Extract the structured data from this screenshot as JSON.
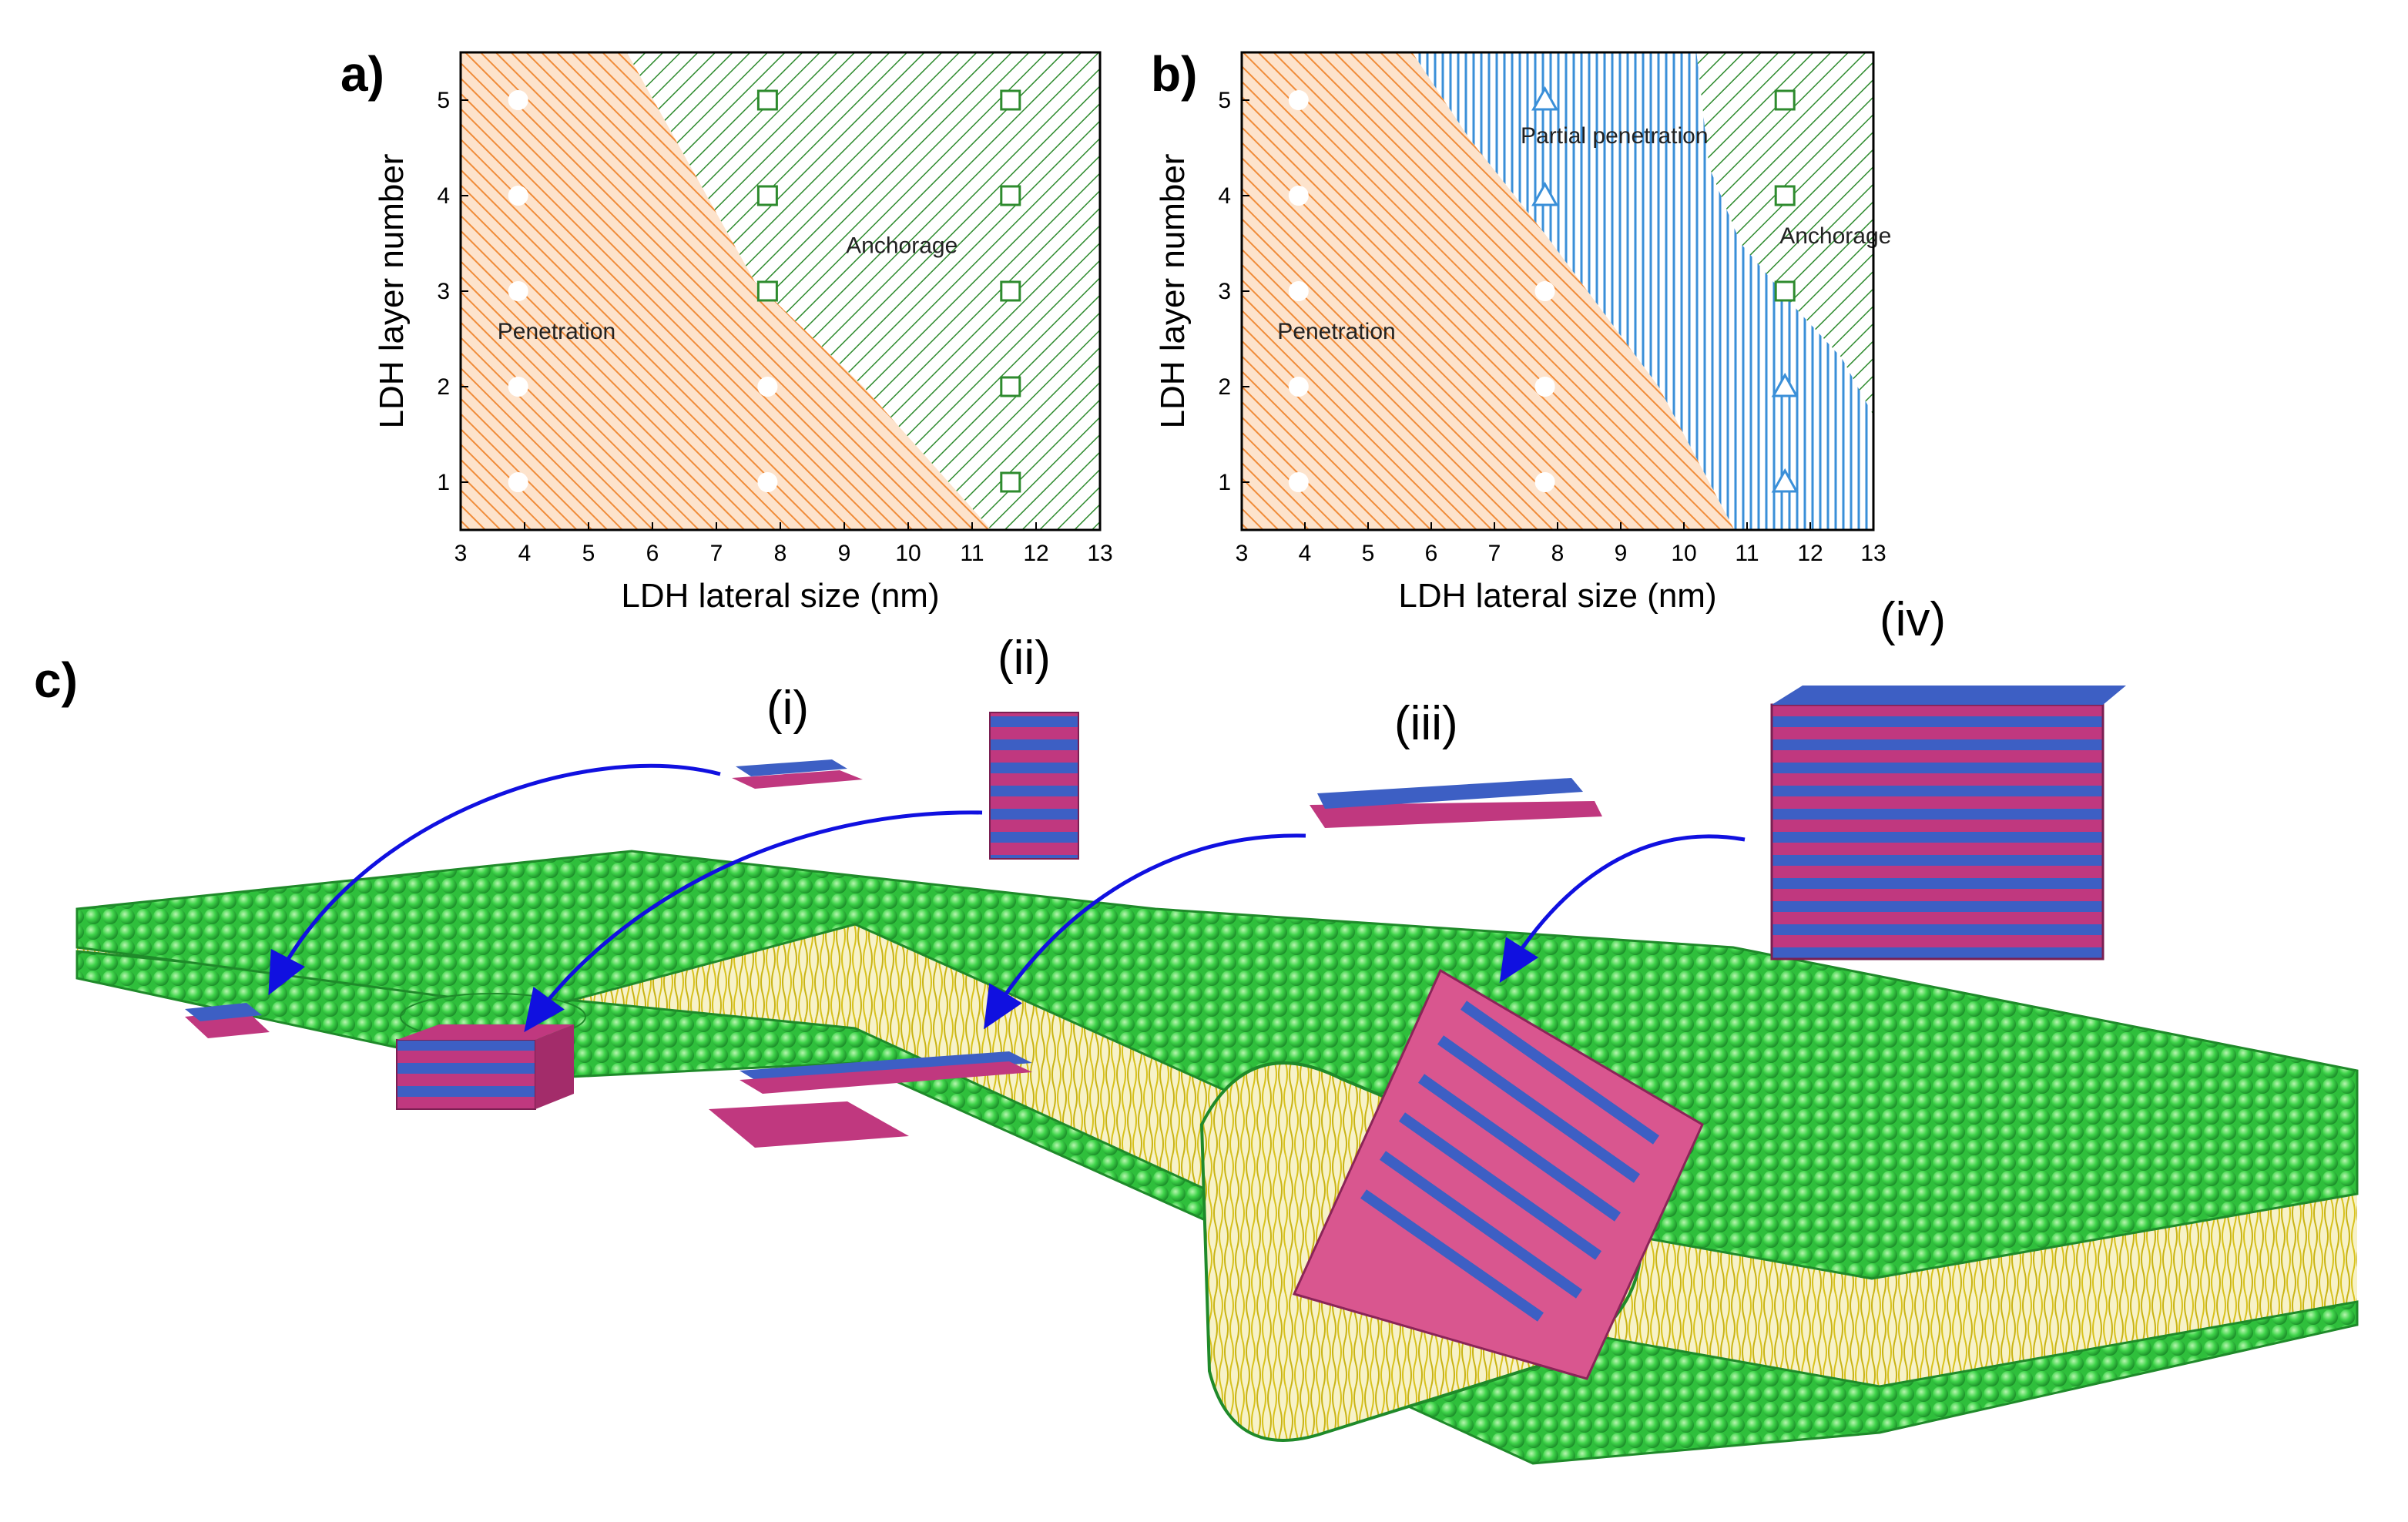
{
  "panels": {
    "a": {
      "label": "a)"
    },
    "b": {
      "label": "b)"
    },
    "c": {
      "label": "c)"
    }
  },
  "colors": {
    "penetration": "#f08c3a",
    "partial_penetration": "#3a8fd8",
    "anchorage": "#2e8b2e",
    "arrow": "#1010e0",
    "lipid_head": "#3fd44a",
    "lipid_tail": "#e3d22a",
    "ldh_blue": "#3d5fc4",
    "ldh_magenta": "#c0387f"
  },
  "chart_data": [
    {
      "type": "scatter",
      "title": "",
      "xlabel": "LDH lateral size (nm)",
      "ylabel": "LDH layer number",
      "xlim": [
        3,
        13
      ],
      "ylim": [
        0.5,
        5.5
      ],
      "xticks": [
        3,
        4,
        5,
        6,
        7,
        8,
        9,
        10,
        11,
        12,
        13
      ],
      "yticks": [
        1,
        2,
        3,
        4,
        5
      ],
      "regions": [
        {
          "name": "Penetration",
          "label_at": [
            4.5,
            2.5
          ]
        },
        {
          "name": "Anchorage",
          "label_at": [
            9.9,
            3.4
          ]
        }
      ],
      "boundaries": [
        {
          "between": [
            "Penetration",
            "Anchorage"
          ],
          "points": [
            [
              5.6,
              5.5
            ],
            [
              6.6,
              4.3
            ],
            [
              7.6,
              3.1
            ],
            [
              9.3,
              2.0
            ],
            [
              11.3,
              0.5
            ]
          ]
        }
      ],
      "series": [
        {
          "name": "Penetration",
          "marker": "circle",
          "points": [
            [
              3.9,
              5
            ],
            [
              3.9,
              4
            ],
            [
              3.9,
              3
            ],
            [
              3.9,
              2
            ],
            [
              3.9,
              1
            ],
            [
              7.8,
              2
            ],
            [
              7.8,
              1
            ]
          ]
        },
        {
          "name": "Anchorage",
          "marker": "square",
          "points": [
            [
              7.8,
              5
            ],
            [
              7.8,
              4
            ],
            [
              7.8,
              3
            ],
            [
              11.6,
              5
            ],
            [
              11.6,
              4
            ],
            [
              11.6,
              3
            ],
            [
              11.6,
              2
            ],
            [
              11.6,
              1
            ]
          ]
        }
      ]
    },
    {
      "type": "scatter",
      "title": "",
      "xlabel": "LDH lateral size (nm)",
      "ylabel": "LDH layer number",
      "xlim": [
        3,
        13
      ],
      "ylim": [
        0.5,
        5.5
      ],
      "xticks": [
        3,
        4,
        5,
        6,
        7,
        8,
        9,
        10,
        11,
        12,
        13
      ],
      "yticks": [
        1,
        2,
        3,
        4,
        5
      ],
      "regions": [
        {
          "name": "Penetration",
          "label_at": [
            4.5,
            2.5
          ]
        },
        {
          "name": "Partial penetration",
          "label_at": [
            8.9,
            4.55
          ]
        },
        {
          "name": "Anchorage",
          "label_at": [
            12.4,
            3.5
          ]
        }
      ],
      "boundaries": [
        {
          "between": [
            "Penetration",
            "Partial penetration"
          ],
          "points": [
            [
              5.7,
              5.5
            ],
            [
              6.6,
              4.6
            ],
            [
              7.8,
              3.6
            ],
            [
              9.6,
              2.0
            ],
            [
              10.8,
              0.5
            ]
          ]
        },
        {
          "between": [
            "Partial penetration",
            "Anchorage"
          ],
          "points": [
            [
              10.2,
              5.5
            ],
            [
              10.4,
              4.3
            ],
            [
              10.9,
              3.5
            ],
            [
              11.8,
              2.8
            ],
            [
              12.5,
              2.3
            ],
            [
              13.0,
              1.7
            ]
          ]
        }
      ],
      "series": [
        {
          "name": "Penetration",
          "marker": "circle",
          "points": [
            [
              3.9,
              5
            ],
            [
              3.9,
              4
            ],
            [
              3.9,
              3
            ],
            [
              3.9,
              2
            ],
            [
              3.9,
              1
            ],
            [
              7.8,
              3
            ],
            [
              7.8,
              2
            ],
            [
              7.8,
              1
            ]
          ]
        },
        {
          "name": "Partial penetration",
          "marker": "triangle",
          "points": [
            [
              7.8,
              5
            ],
            [
              7.8,
              4
            ],
            [
              11.6,
              2
            ],
            [
              11.6,
              1
            ]
          ]
        },
        {
          "name": "Anchorage",
          "marker": "square",
          "points": [
            [
              11.6,
              5
            ],
            [
              11.6,
              4
            ],
            [
              11.6,
              3
            ]
          ]
        }
      ]
    }
  ],
  "illustration": {
    "labels": {
      "i": "(i)",
      "ii": "(ii)",
      "iii": "(iii)",
      "iv": "(iv)"
    }
  }
}
